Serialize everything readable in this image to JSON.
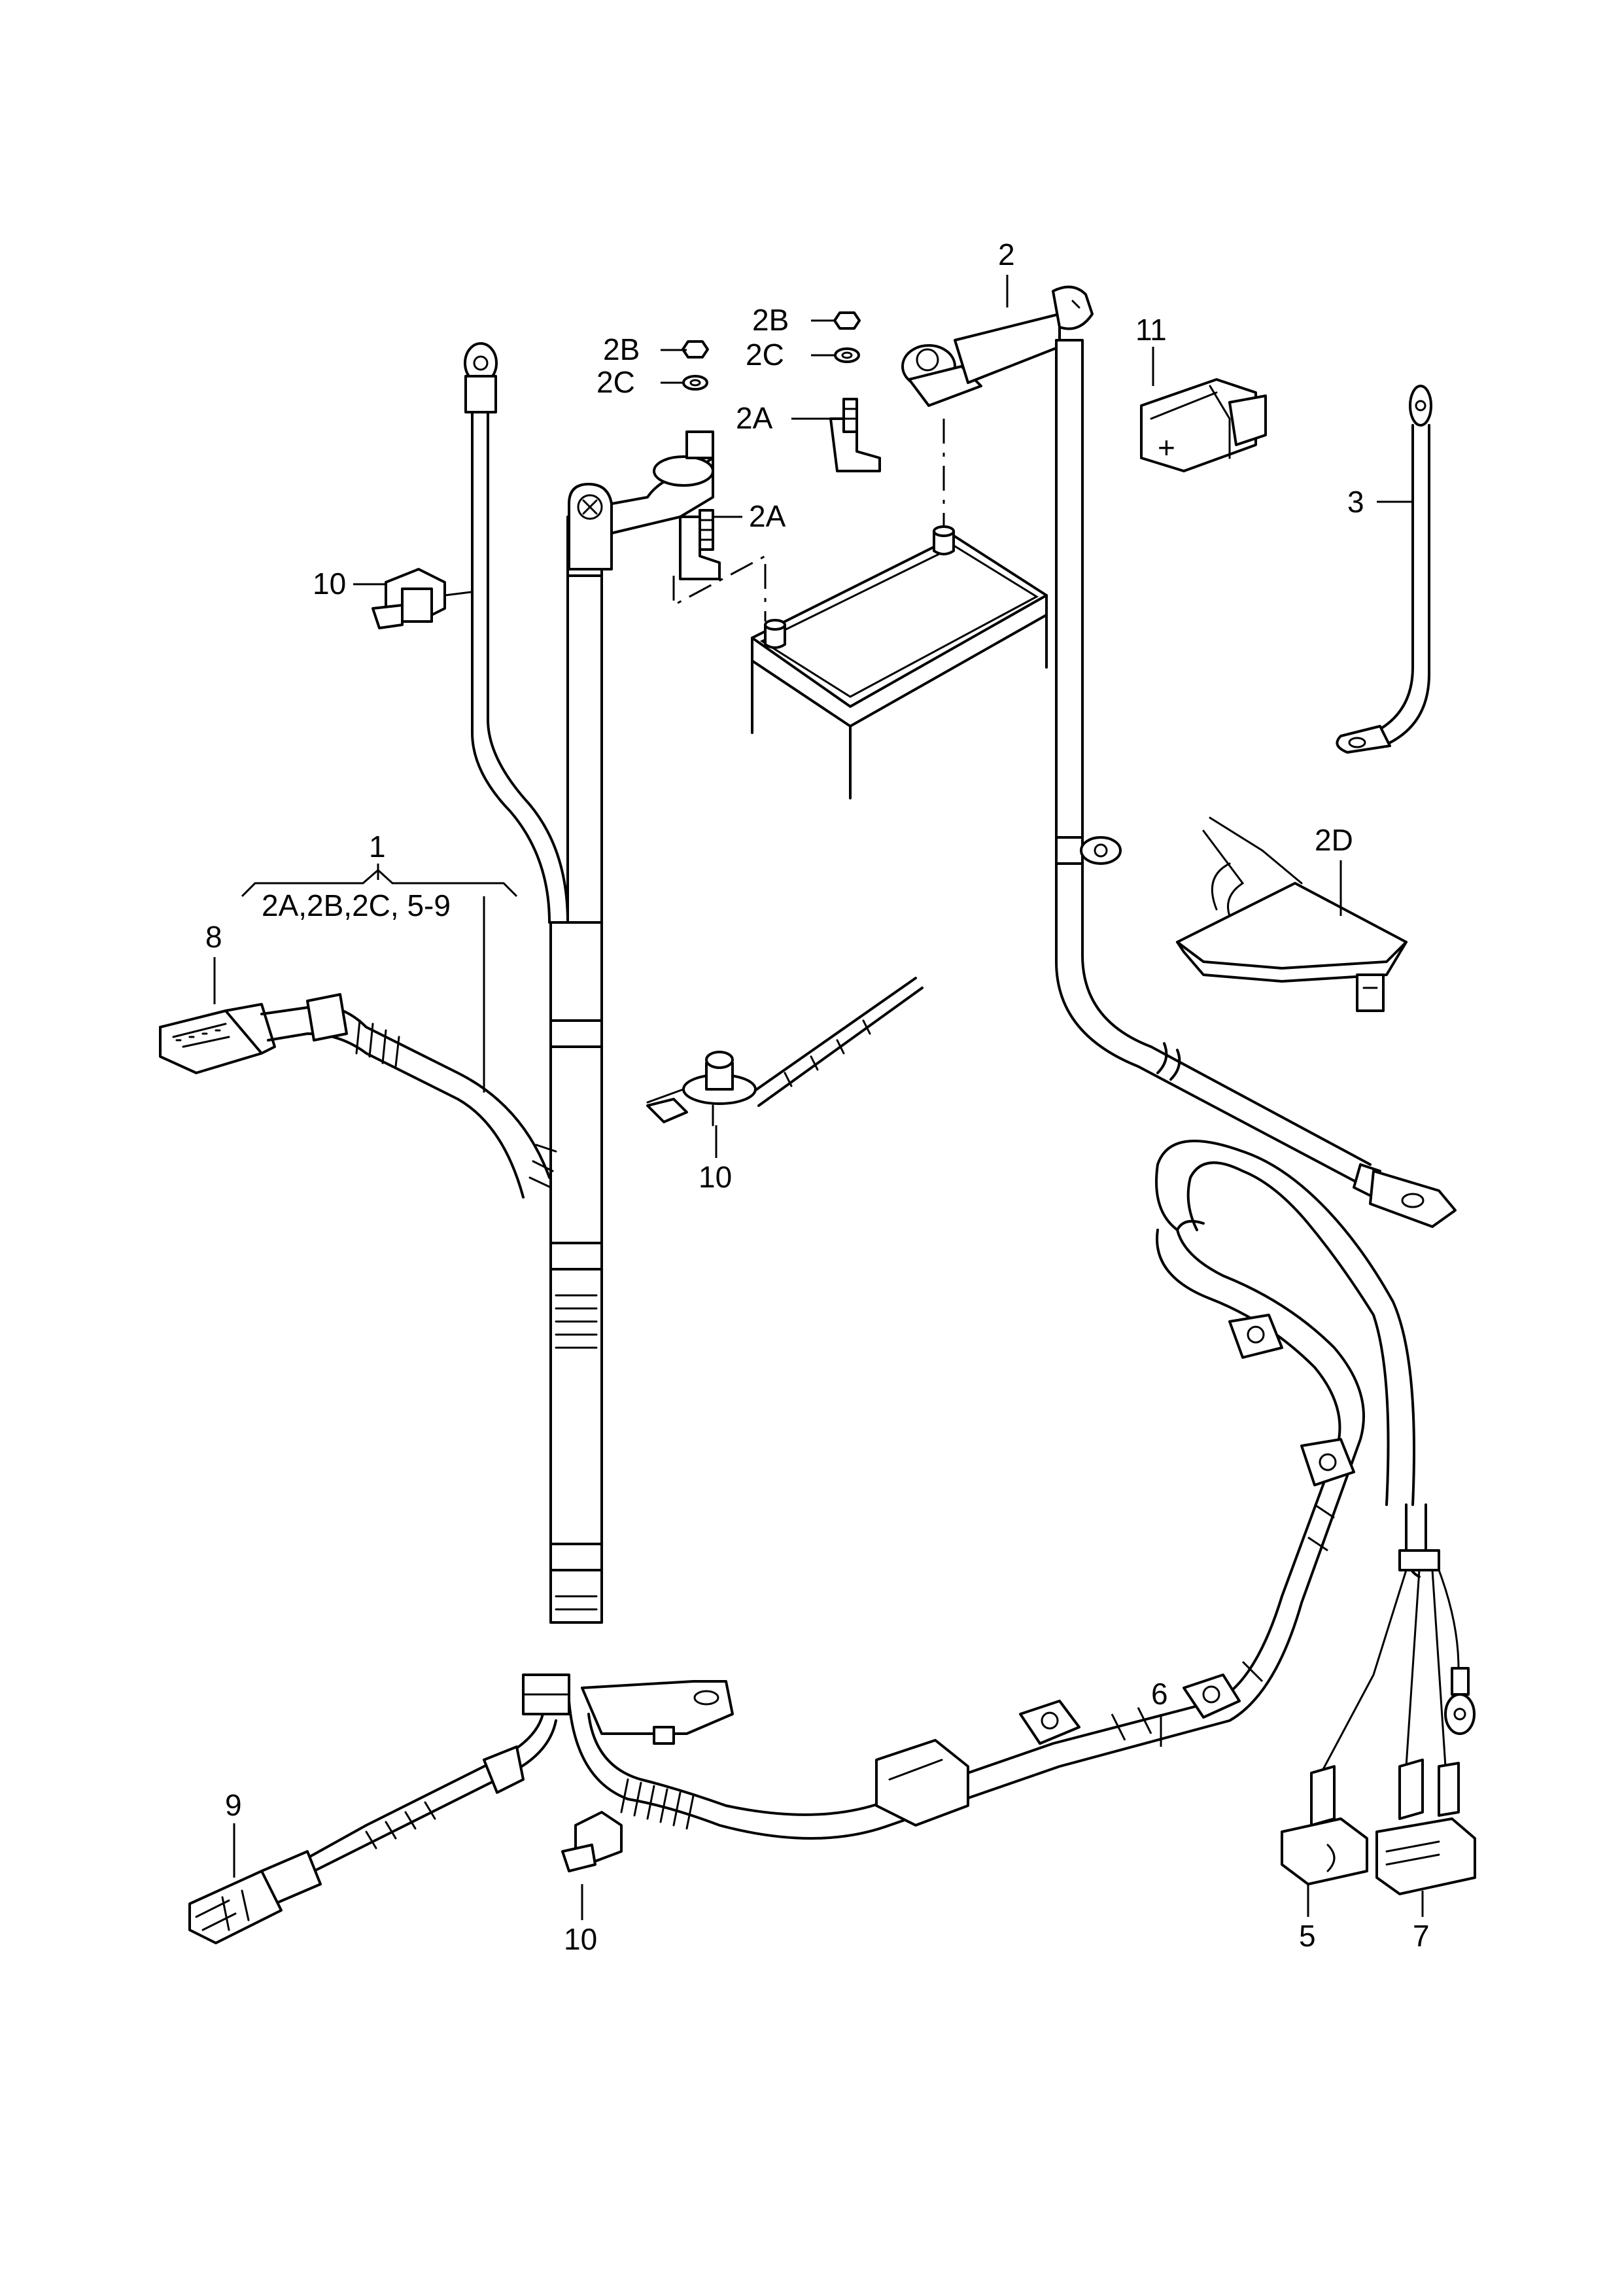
{
  "labels": {
    "l1": "1",
    "l1_sub": "2A,2B,2C, 5-9",
    "l2": "2",
    "l2B_left": "2B",
    "l2C_left": "2C",
    "l2B_right": "2B",
    "l2C_right": "2C",
    "l2A_top": "2A",
    "l2A_mid": "2A",
    "l2D": "2D",
    "l3": "3",
    "l5": "5",
    "l6": "6",
    "l7": "7",
    "l8": "8",
    "l9": "9",
    "l10_top": "10",
    "l10_mid": "10",
    "l10_bottom": "10",
    "l11": "11"
  },
  "icons": {
    "battery": "battery-icon",
    "fuse": "fuse-holder-icon"
  }
}
